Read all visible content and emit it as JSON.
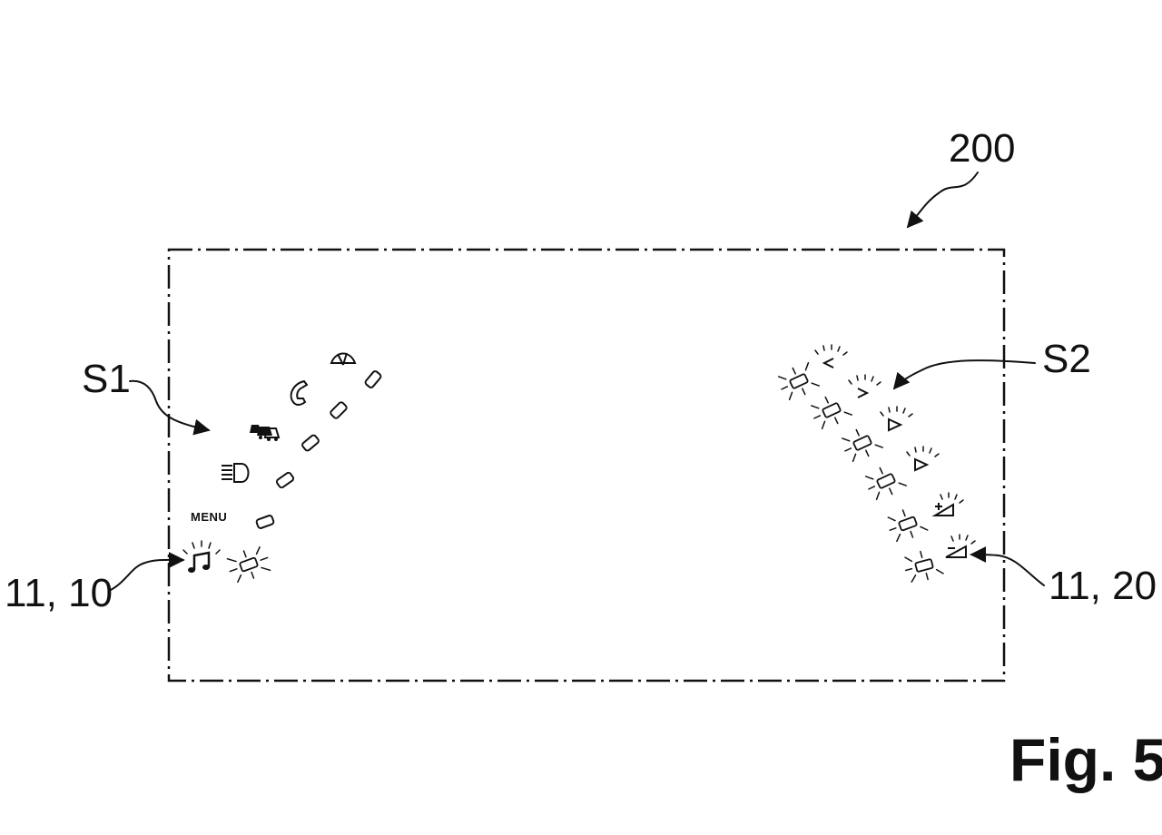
{
  "figure": {
    "caption": "Fig. 5",
    "ref_display": "200",
    "ref_row_a": "S1",
    "ref_row_b": "S2",
    "ref_left_element": "11, 10",
    "ref_right_element": "11, 20",
    "menu_text": "MENU",
    "line_color": "#111111",
    "background": "#ffffff"
  },
  "left_symbols": [
    {
      "icon": "music-note-icon",
      "lit": true
    },
    {
      "icon": "menu-text",
      "lit": false
    },
    {
      "icon": "headlight-icon",
      "lit": false
    },
    {
      "icon": "traffic-icon",
      "lit": false
    },
    {
      "icon": "phone-icon",
      "lit": false
    },
    {
      "icon": "wiper-icon",
      "lit": false
    }
  ],
  "right_symbols": [
    {
      "icon": "arrow-left-icon",
      "lit": true
    },
    {
      "icon": "arrow-right-icon",
      "lit": true
    },
    {
      "icon": "play-triangle-icon",
      "lit": true
    },
    {
      "icon": "play-triangle-icon",
      "lit": true
    },
    {
      "icon": "volume-up-icon",
      "lit": true
    },
    {
      "icon": "volume-down-icon",
      "lit": true
    }
  ]
}
